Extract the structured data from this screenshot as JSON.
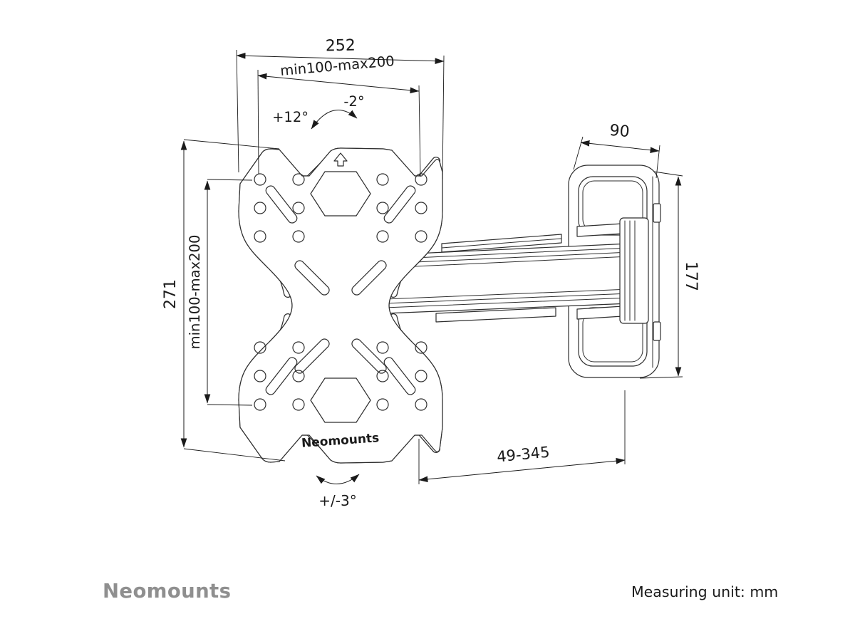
{
  "colors": {
    "line": "#2e2e2e",
    "dimension_text": "#1a1a1a",
    "brand_gray": "#8f8f8f"
  },
  "icons": {
    "plate_up_arrow": "arrow-up"
  },
  "drawing": {
    "plate_logo": "Neomounts",
    "dims": {
      "plate_width": "252",
      "vesa_width": "min100-max200",
      "plate_height": "271",
      "vesa_height": "min100-max200",
      "wall_plate_width": "90",
      "wall_plate_height": "177",
      "extension_range": "49-345",
      "tilt_up": "+12°",
      "tilt_down": "-2°",
      "level_correction": "+/-3°"
    }
  },
  "footer": {
    "brand_wordmark": "Neomounts",
    "measuring_unit": "Measuring unit: mm"
  }
}
